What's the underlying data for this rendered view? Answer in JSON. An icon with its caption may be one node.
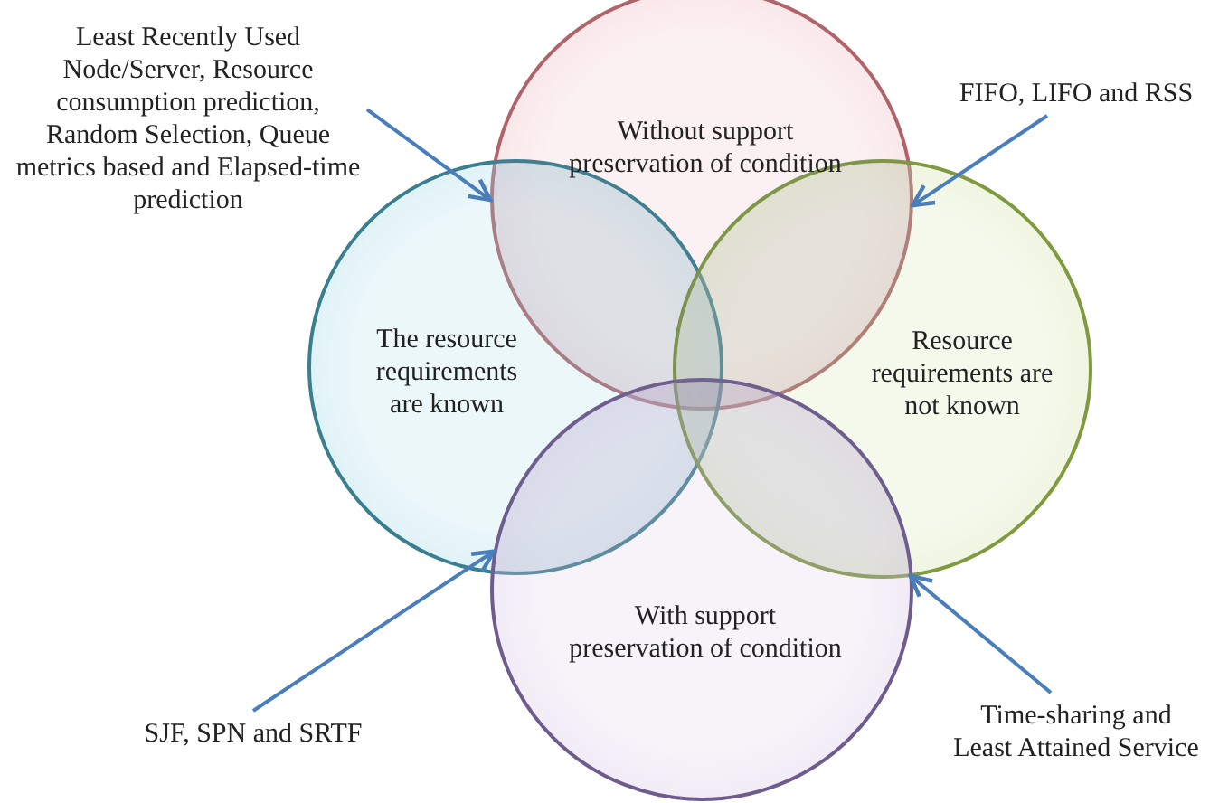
{
  "diagram": {
    "nodes": [
      {
        "text": [
          "Least Recently Used Node/Server, Resource consumption prediction, Random Selection, Queue metrics based and Elapsed-time prediction"
        ]
      },
      {
        "text": [
          "Without support preservation of condition"
        ]
      },
      {
        "text": [
          "FIFO, LIFO and RSS"
        ]
      },
      {
        "text": [
          "The resource requirements are known"
        ]
      },
      {
        "text": [
          "Resource requirements are not known"
        ]
      },
      {
        "text": [
          "With support preservation of condition"
        ]
      },
      {
        "text": [
          "SJF, SPN and SRTF"
        ]
      },
      {
        "text": [
          "Time-sharing and Least Attained Service"
        ]
      },
      {
        "text": [],
        "shape": "lens"
      },
      {
        "text": [],
        "shape": "lens"
      },
      {
        "text": [],
        "shape": "lens"
      },
      {
        "text": [],
        "shape": "lens"
      }
    ],
    "edges": [
      {
        "from": 0,
        "to": 8,
        "arrow": "to"
      },
      {
        "from": 2,
        "to": 9,
        "arrow": "to"
      },
      {
        "from": 6,
        "to": 10,
        "arrow": "to"
      },
      {
        "from": 7,
        "to": 11,
        "arrow": "to"
      }
    ]
  }
}
